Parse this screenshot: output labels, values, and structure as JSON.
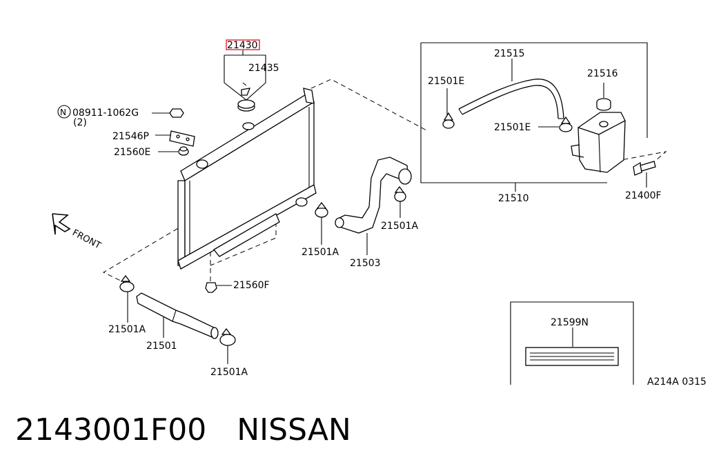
{
  "diagram": {
    "highlight_color": "#e8202a",
    "labels": {
      "p21430": "21430",
      "p21435": "21435",
      "p08911": "08911-1062G",
      "p08911_qty": "(2)",
      "p08911_prefix": "N",
      "p21546P": "21546P",
      "p21560E": "21560E",
      "front": "FRONT",
      "p21560F": "21560F",
      "p21501A_a": "21501A",
      "p21501": "21501",
      "p21501A_b": "21501A",
      "p21501A_c": "21501A",
      "p21503": "21503",
      "p21501A_d": "21501A",
      "p21515": "21515",
      "p21501E_a": "21501E",
      "p21501E_b": "21501E",
      "p21516": "21516",
      "p21510": "21510",
      "p21400F": "21400F",
      "p21599N": "21599N",
      "ref_code": "A214A 0315"
    }
  },
  "caption": {
    "part_number": "2143001F00",
    "brand": "NISSAN"
  }
}
